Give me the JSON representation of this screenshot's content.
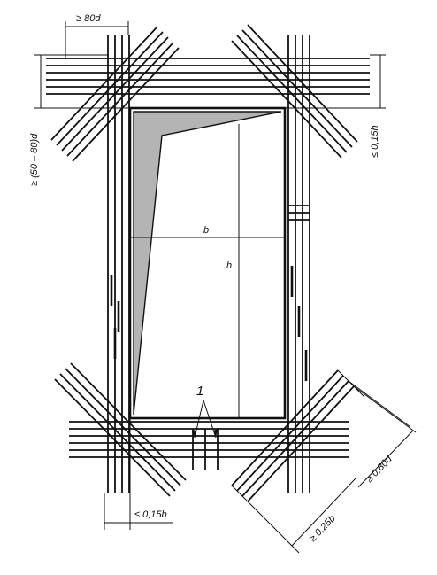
{
  "diagram": {
    "colors": {
      "ink": "#111111",
      "hatch": "#b4b4b4",
      "paper": "#ffffff"
    },
    "labels": {
      "min_anchorage_top": "≥ 80d",
      "overlap_left": "≥ (50 – 80)d",
      "offset_top_right": "≤ 0,15h",
      "width_b": "b",
      "height_h": "h",
      "callout_1": "1",
      "offset_bottom_left": "≤ 0,15b",
      "diag_spacing": "≥ 0,80d",
      "diag_length": "≥ 0,25b"
    }
  }
}
